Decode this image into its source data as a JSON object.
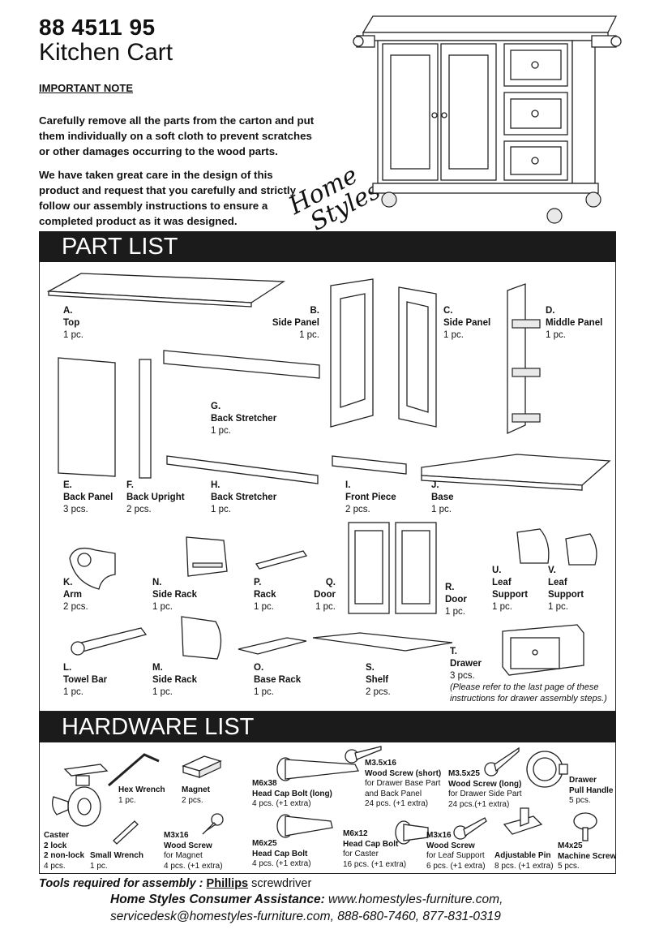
{
  "header": {
    "model": "88 4511 95",
    "product": "Kitchen Cart",
    "note_title": "IMPORTANT NOTE",
    "note_p1": "Carefully remove all the parts from the carton and put them individually on a soft cloth to prevent scratches or other damages occurring to the wood parts.",
    "note_p2": "We have taken great care in the design of this product and request that you carefully and strictly follow our assembly instructions to ensure a completed product as it was designed.",
    "brand_line1": "Home",
    "brand_line2": "Styles"
  },
  "part_list": {
    "title": "PART LIST",
    "parts": [
      {
        "letter": "A.",
        "name": "Top",
        "qty": "1 pc."
      },
      {
        "letter": "B.",
        "name": "Side Panel",
        "qty": "1 pc."
      },
      {
        "letter": "C.",
        "name": "Side Panel",
        "qty": "1 pc."
      },
      {
        "letter": "D.",
        "name": "Middle  Panel",
        "qty": "1 pc."
      },
      {
        "letter": "E.",
        "name": "Back  Panel",
        "qty": "3 pcs."
      },
      {
        "letter": "F.",
        "name": "Back Upright",
        "qty": "2 pcs."
      },
      {
        "letter": "G.",
        "name": "Back Stretcher",
        "qty": "1 pc."
      },
      {
        "letter": "H.",
        "name": "Back Stretcher",
        "qty": "1 pc."
      },
      {
        "letter": "I.",
        "name": "Front Piece",
        "qty": "2 pcs."
      },
      {
        "letter": "J.",
        "name": "Base",
        "qty": "1 pc."
      },
      {
        "letter": "K.",
        "name": "Arm",
        "qty": "2 pcs."
      },
      {
        "letter": "N.",
        "name": "Side Rack",
        "qty": "1 pc."
      },
      {
        "letter": "P.",
        "name": "Rack",
        "qty": "1 pc."
      },
      {
        "letter": "Q.",
        "name": "Door",
        "qty": "1 pc."
      },
      {
        "letter": "R.",
        "name": "Door",
        "qty": "1 pc."
      },
      {
        "letter": "U.",
        "name": "Leaf Support",
        "qty": "1 pc."
      },
      {
        "letter": "V.",
        "name": "Leaf Support",
        "qty": "1 pc."
      },
      {
        "letter": "L.",
        "name": "Towel Bar",
        "qty": "1 pc."
      },
      {
        "letter": "M.",
        "name": "Side Rack",
        "qty": "1 pc."
      },
      {
        "letter": "O.",
        "name": "Base Rack",
        "qty": "1 pc."
      },
      {
        "letter": "S.",
        "name": "Shelf",
        "qty": "2 pcs."
      },
      {
        "letter": "T.",
        "name": "Drawer",
        "qty": "3 pcs."
      }
    ],
    "drawer_note": "(Please refer to the last page of these instructions for drawer assembly steps.)"
  },
  "hardware_list": {
    "title": "HARDWARE LIST",
    "items": [
      {
        "code": "",
        "name": "Caster",
        "desc": "2 lock",
        "desc2": "2 non-lock",
        "qty": "4 pcs."
      },
      {
        "code": "",
        "name": "Small Wrench",
        "desc": "",
        "qty": "1 pc."
      },
      {
        "code": "",
        "name": "Hex Wrench",
        "desc": "",
        "qty": "1 pc."
      },
      {
        "code": "",
        "name": "Magnet",
        "desc": "",
        "qty": "2 pcs."
      },
      {
        "code": "M3x16",
        "name": "Wood Screw",
        "desc": "for Magnet",
        "qty": "4 pcs. (+1 extra)"
      },
      {
        "code": "M6x38",
        "name": "Head Cap Bolt (long)",
        "desc": "",
        "qty": "4 pcs. (+1 extra)"
      },
      {
        "code": "M6x25",
        "name": "Head Cap Bolt",
        "desc": "",
        "qty": "4 pcs. (+1 extra)"
      },
      {
        "code": "M3.5x16",
        "name": "Wood Screw (short)",
        "desc": "for Drawer Base Part",
        "desc2": "and Back Panel",
        "qty": "24 pcs. (+1 extra)"
      },
      {
        "code": "M6x12",
        "name": "Head Cap Bolt",
        "desc": "for Caster",
        "qty": "16 pcs. (+1 extra)"
      },
      {
        "code": "M3.5x25",
        "name": "Wood Screw (long)",
        "desc": "for Drawer Side Part",
        "qty": "24 pcs.(+1 extra)"
      },
      {
        "code": "M3x16",
        "name": "Wood Screw",
        "desc": "for Leaf Support",
        "qty": "6 pcs. (+1 extra)"
      },
      {
        "code": "",
        "name": "Adjustable Pin",
        "desc": "",
        "qty": "8 pcs. (+1 extra)"
      },
      {
        "code": "",
        "name": "Drawer",
        "desc": "Pull Handle",
        "qty": "5 pcs."
      },
      {
        "code": "M4x25",
        "name": "Machine Screw",
        "desc": "",
        "qty": "5 pcs."
      }
    ]
  },
  "footer": {
    "tools_prefix": "Tools required  for  assembly : ",
    "tools_tool": "Phillips",
    "tools_suffix": " screwdriver",
    "assist_label": "Home Styles Consumer Assistance:",
    "assist_web": " www.homestyles-furniture.com,",
    "assist_line2": "servicedesk@homestyles-furniture.com, 888-680-7460, 877-831-0319"
  }
}
